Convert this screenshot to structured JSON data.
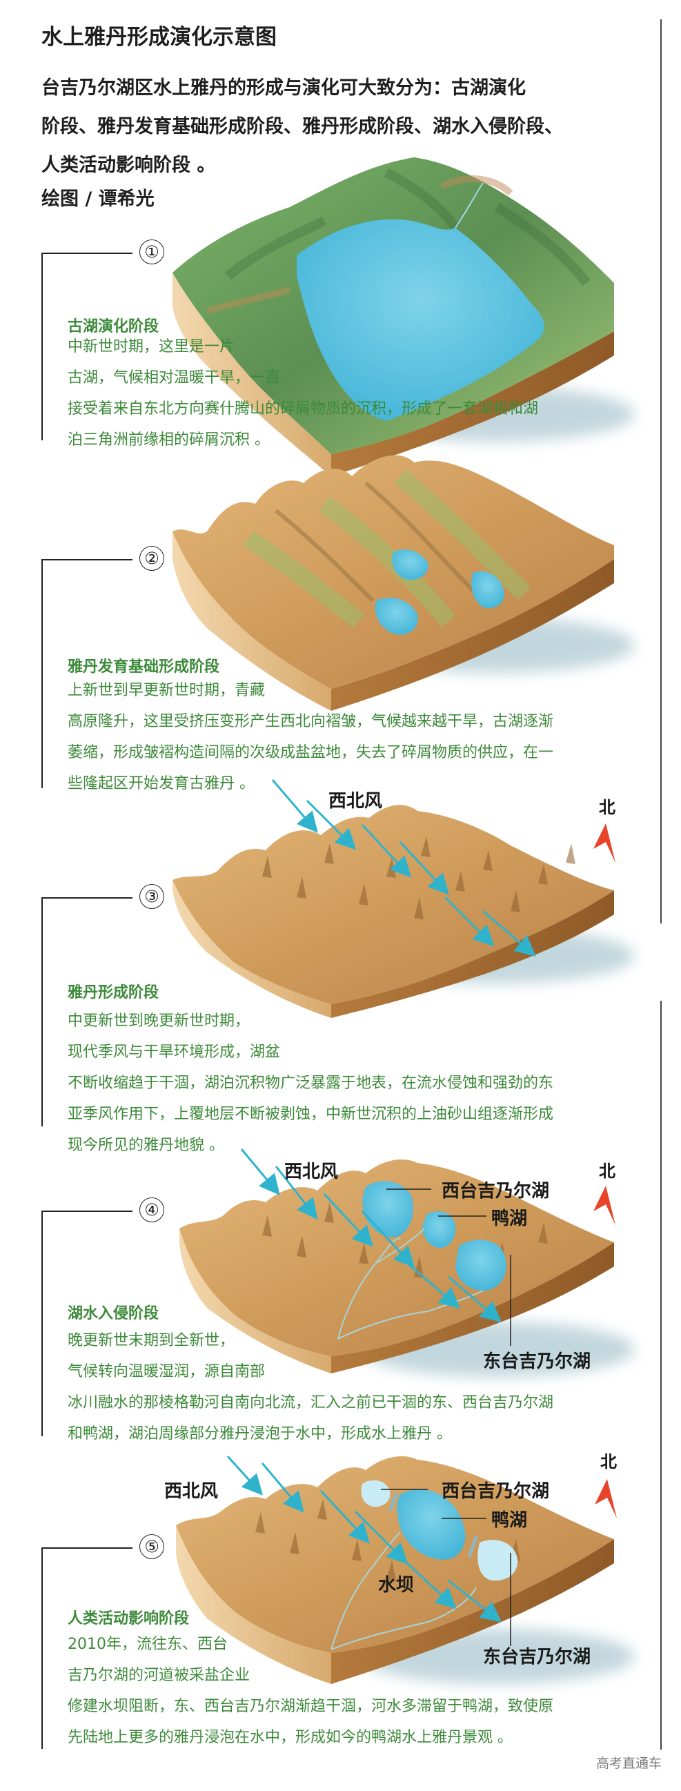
{
  "header": {
    "title": "水上雅丹形成演化示意图",
    "intro_lines": [
      "台吉乃尔湖区水上雅丹的形成与演化可大致分为：古湖演化",
      "阶段、雅丹发育基础形成阶段、雅丹形成阶段、湖水入侵阶段、",
      "人类活动影响阶段 。"
    ],
    "credit": "绘图 / 谭希光"
  },
  "colors": {
    "stage_text": "#3d8a3a",
    "water": "#5cc3e0",
    "sand": "#d4a261",
    "sand_dark": "#a8723a",
    "vegetation": "#6fa85a",
    "wind_arrow": "#2fb3cc",
    "north_arrow": "#e8442a"
  },
  "stages": [
    {
      "number": "①",
      "title": "古湖演化阶段",
      "lines": [
        "中新世时期，这里是一片",
        "古湖，气候相对温暖干旱，一直",
        "接受着来自东北方向赛什腾山的碎屑物质的沉积，形成了一套湖相和湖",
        "泊三角洲前缘相的碎屑沉积 。"
      ]
    },
    {
      "number": "②",
      "title": "雅丹发育基础形成阶段",
      "lines": [
        "上新世到早更新世时期，青藏",
        "高原隆升，这里受挤压变形产生西北向褶皱，气候越来越干旱，古湖逐渐",
        "萎缩，形成皱褶构造间隔的次级成盐盆地，失去了碎屑物质的供应，在一",
        "些隆起区开始发育古雅丹 。"
      ]
    },
    {
      "number": "③",
      "title": "雅丹形成阶段",
      "lines": [
        "中更新世到晚更新世时期，",
        "现代季风与干旱环境形成，湖盆",
        "不断收缩趋于干涸，湖泊沉积物广泛暴露于地表，在流水侵蚀和强劲的东",
        "亚季风作用下，上覆地层不断被剥蚀，中新世沉积的上油砂山组逐渐形成",
        "现今所见的雅丹地貌 。"
      ],
      "labels": {
        "wind": "西北风",
        "north": "北"
      }
    },
    {
      "number": "④",
      "title": "湖水入侵阶段",
      "lines": [
        "晚更新世末期到全新世，",
        "气候转向温暖湿润，源自南部",
        "冰川融水的那棱格勒河自南向北流，汇入之前已干涸的东、西台吉乃尔湖",
        "和鸭湖，湖泊周缘部分雅丹浸泡于水中，形成水上雅丹 。"
      ],
      "labels": {
        "wind": "西北风",
        "north": "北",
        "west_lake": "西台吉乃尔湖",
        "duck_lake": "鸭湖",
        "east_lake": "东台吉乃尔湖"
      }
    },
    {
      "number": "⑤",
      "title": "人类活动影响阶段",
      "lines": [
        "2010年，流往东、西台",
        "吉乃尔湖的河道被采盐企业",
        "修建水坝阻断，东、西台吉乃尔湖渐趋干涸，河水多滞留于鸭湖，致使原",
        "先陆地上更多的雅丹浸泡在水中，形成如今的鸭湖水上雅丹景观 。"
      ],
      "labels": {
        "wind": "西北风",
        "north": "北",
        "west_lake": "西台吉乃尔湖",
        "duck_lake": "鸭湖",
        "east_lake": "东台吉乃尔湖",
        "dam": "水坝"
      }
    }
  ],
  "footer": {
    "watermark": "高考直通车"
  }
}
